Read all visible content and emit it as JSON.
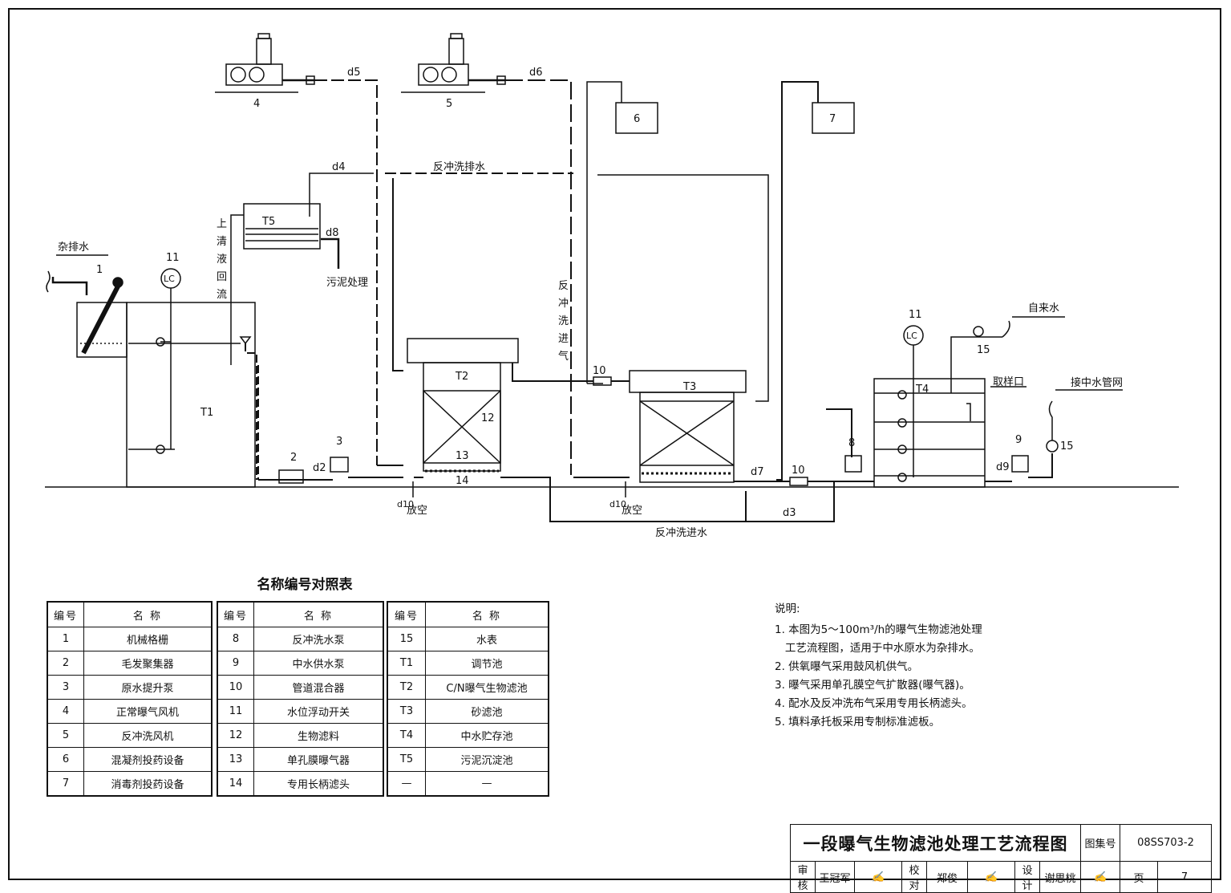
{
  "diagram": {
    "labels": {
      "waste_in": "杂排水",
      "blower_4": "4",
      "blower_5": "5",
      "d5": "d5",
      "d6": "d6",
      "d4": "d4",
      "d8": "d8",
      "d2": "d2",
      "d3": "d3",
      "d7": "d7",
      "d9": "d9",
      "d10a": "d10",
      "d10b": "d10",
      "backwash_drain": "反冲洗排水",
      "backwash_air": [
        "反",
        "冲",
        "洗",
        "进",
        "气"
      ],
      "supernatant_return": [
        "上",
        "清",
        "液",
        "回",
        "流"
      ],
      "sludge": "污泥处理",
      "backwash_in": "反冲洗进水",
      "vent_a": "放空",
      "vent_b": "放空",
      "tap_water": "自来水",
      "sample_port": "取样口",
      "to_network": "接中水管网",
      "box6": "6",
      "box7": "7",
      "T1": "T1",
      "T2": "T2",
      "T3": "T3",
      "T4": "T4",
      "T5": "T5",
      "n1": "1",
      "n2": "2",
      "n3": "3",
      "n8": "8",
      "n9": "9",
      "n10a": "10",
      "n10b": "10",
      "n11a": "11",
      "n11b": "11",
      "n12": "12",
      "n13": "13",
      "n14": "14",
      "n15a": "15",
      "n15b": "15",
      "lc": "LC"
    }
  },
  "legend": {
    "title": "名称编号对照表",
    "header_no": "编号",
    "header_name": "名  称",
    "col1": [
      {
        "no": "1",
        "name": "机械格栅"
      },
      {
        "no": "2",
        "name": "毛发聚集器"
      },
      {
        "no": "3",
        "name": "原水提升泵"
      },
      {
        "no": "4",
        "name": "正常曝气风机"
      },
      {
        "no": "5",
        "name": "反冲洗风机"
      },
      {
        "no": "6",
        "name": "混凝剂投药设备"
      },
      {
        "no": "7",
        "name": "消毒剂投药设备"
      }
    ],
    "col2": [
      {
        "no": "8",
        "name": "反冲洗水泵"
      },
      {
        "no": "9",
        "name": "中水供水泵"
      },
      {
        "no": "10",
        "name": "管道混合器"
      },
      {
        "no": "11",
        "name": "水位浮动开关"
      },
      {
        "no": "12",
        "name": "生物滤料"
      },
      {
        "no": "13",
        "name": "单孔膜曝气器"
      },
      {
        "no": "14",
        "name": "专用长柄滤头"
      }
    ],
    "col3": [
      {
        "no": "15",
        "name": "水表"
      },
      {
        "no": "T1",
        "name": "调节池"
      },
      {
        "no": "T2",
        "name": "C/N曝气生物滤池"
      },
      {
        "no": "T3",
        "name": "砂滤池"
      },
      {
        "no": "T4",
        "name": "中水贮存池"
      },
      {
        "no": "T5",
        "name": "污泥沉淀池"
      },
      {
        "no": "—",
        "name": "—"
      }
    ]
  },
  "notes": {
    "title": "说明:",
    "items": [
      "1. 本图为5～100m³/h的曝气生物滤池处理",
      "   工艺流程图，适用于中水原水为杂排水。",
      "2. 供氧曝气采用鼓风机供气。",
      "3. 曝气采用单孔膜空气扩散器(曝气器)。",
      "4. 配水及反冲洗布气采用专用长柄滤头。",
      "5. 填料承托板采用专制标准滤板。"
    ]
  },
  "title_block": {
    "drawing_title": "一段曝气生物滤池处理工艺流程图",
    "atlas_label": "图集号",
    "atlas_no": "08SS703-2",
    "review_label": "审核",
    "reviewer": "王冠军",
    "check_label": "校对",
    "checker": "郑俊",
    "design_label": "设计",
    "designer": "谢思桃",
    "page_label": "页",
    "page_no": "7"
  }
}
